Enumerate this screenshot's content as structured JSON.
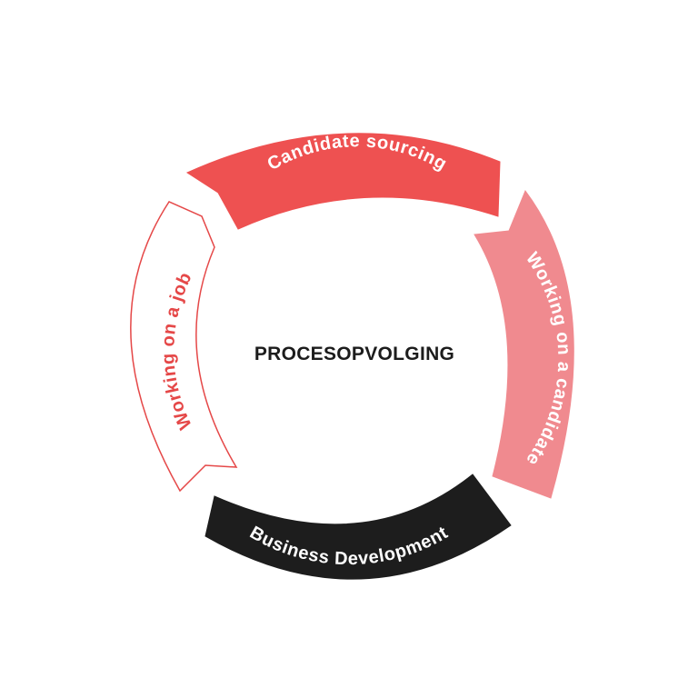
{
  "diagram": {
    "center_title": "PROCESOPVOLGING",
    "segments": [
      {
        "id": "candidate-sourcing",
        "label": "Candidate sourcing",
        "fill": "#ee5151",
        "stroke": "#ee5151",
        "text_color": "#ffffff"
      },
      {
        "id": "working-on-a-candidate",
        "label": "Working on a candidate",
        "fill": "#f08a8f",
        "stroke": "#f08a8f",
        "text_color": "#ffffff"
      },
      {
        "id": "business-development",
        "label": "Business Development",
        "fill": "#1d1d1d",
        "stroke": "#1d1d1d",
        "text_color": "#ffffff"
      },
      {
        "id": "working-on-a-job",
        "label": "Working on a job",
        "fill": "#ffffff",
        "stroke": "#e54848",
        "text_color": "#e54848"
      }
    ]
  }
}
